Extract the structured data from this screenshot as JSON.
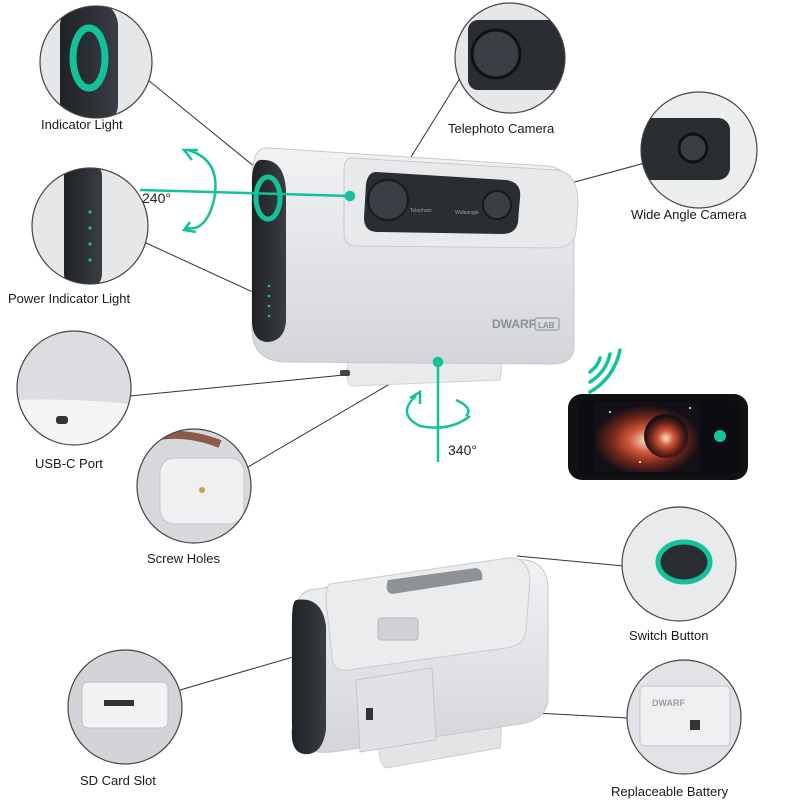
{
  "callouts": {
    "indicator_light": "Indicator Light",
    "telephoto_camera": "Telephoto Camera",
    "wide_angle_camera": "Wide Angle Camera",
    "power_indicator_light": "Power Indicator Light",
    "usb_c_port": "USB-C Port",
    "screw_holes": "Screw Holes",
    "switch_button": "Switch Button",
    "sd_card_slot": "SD Card Slot",
    "replaceable_battery": "Replaceable Battery"
  },
  "rotation": {
    "tilt": "240°",
    "pan": "340°"
  },
  "brand": {
    "name": "DWARF",
    "badge": "LAB"
  },
  "colors": {
    "accent": "#13c29a",
    "device_body": "#e4e5e8",
    "device_dark": "#2c2f33",
    "line": "#333333"
  },
  "icons": [
    "rotation-arrow-icon",
    "wifi-signal-icon",
    "smartphone-icon"
  ]
}
